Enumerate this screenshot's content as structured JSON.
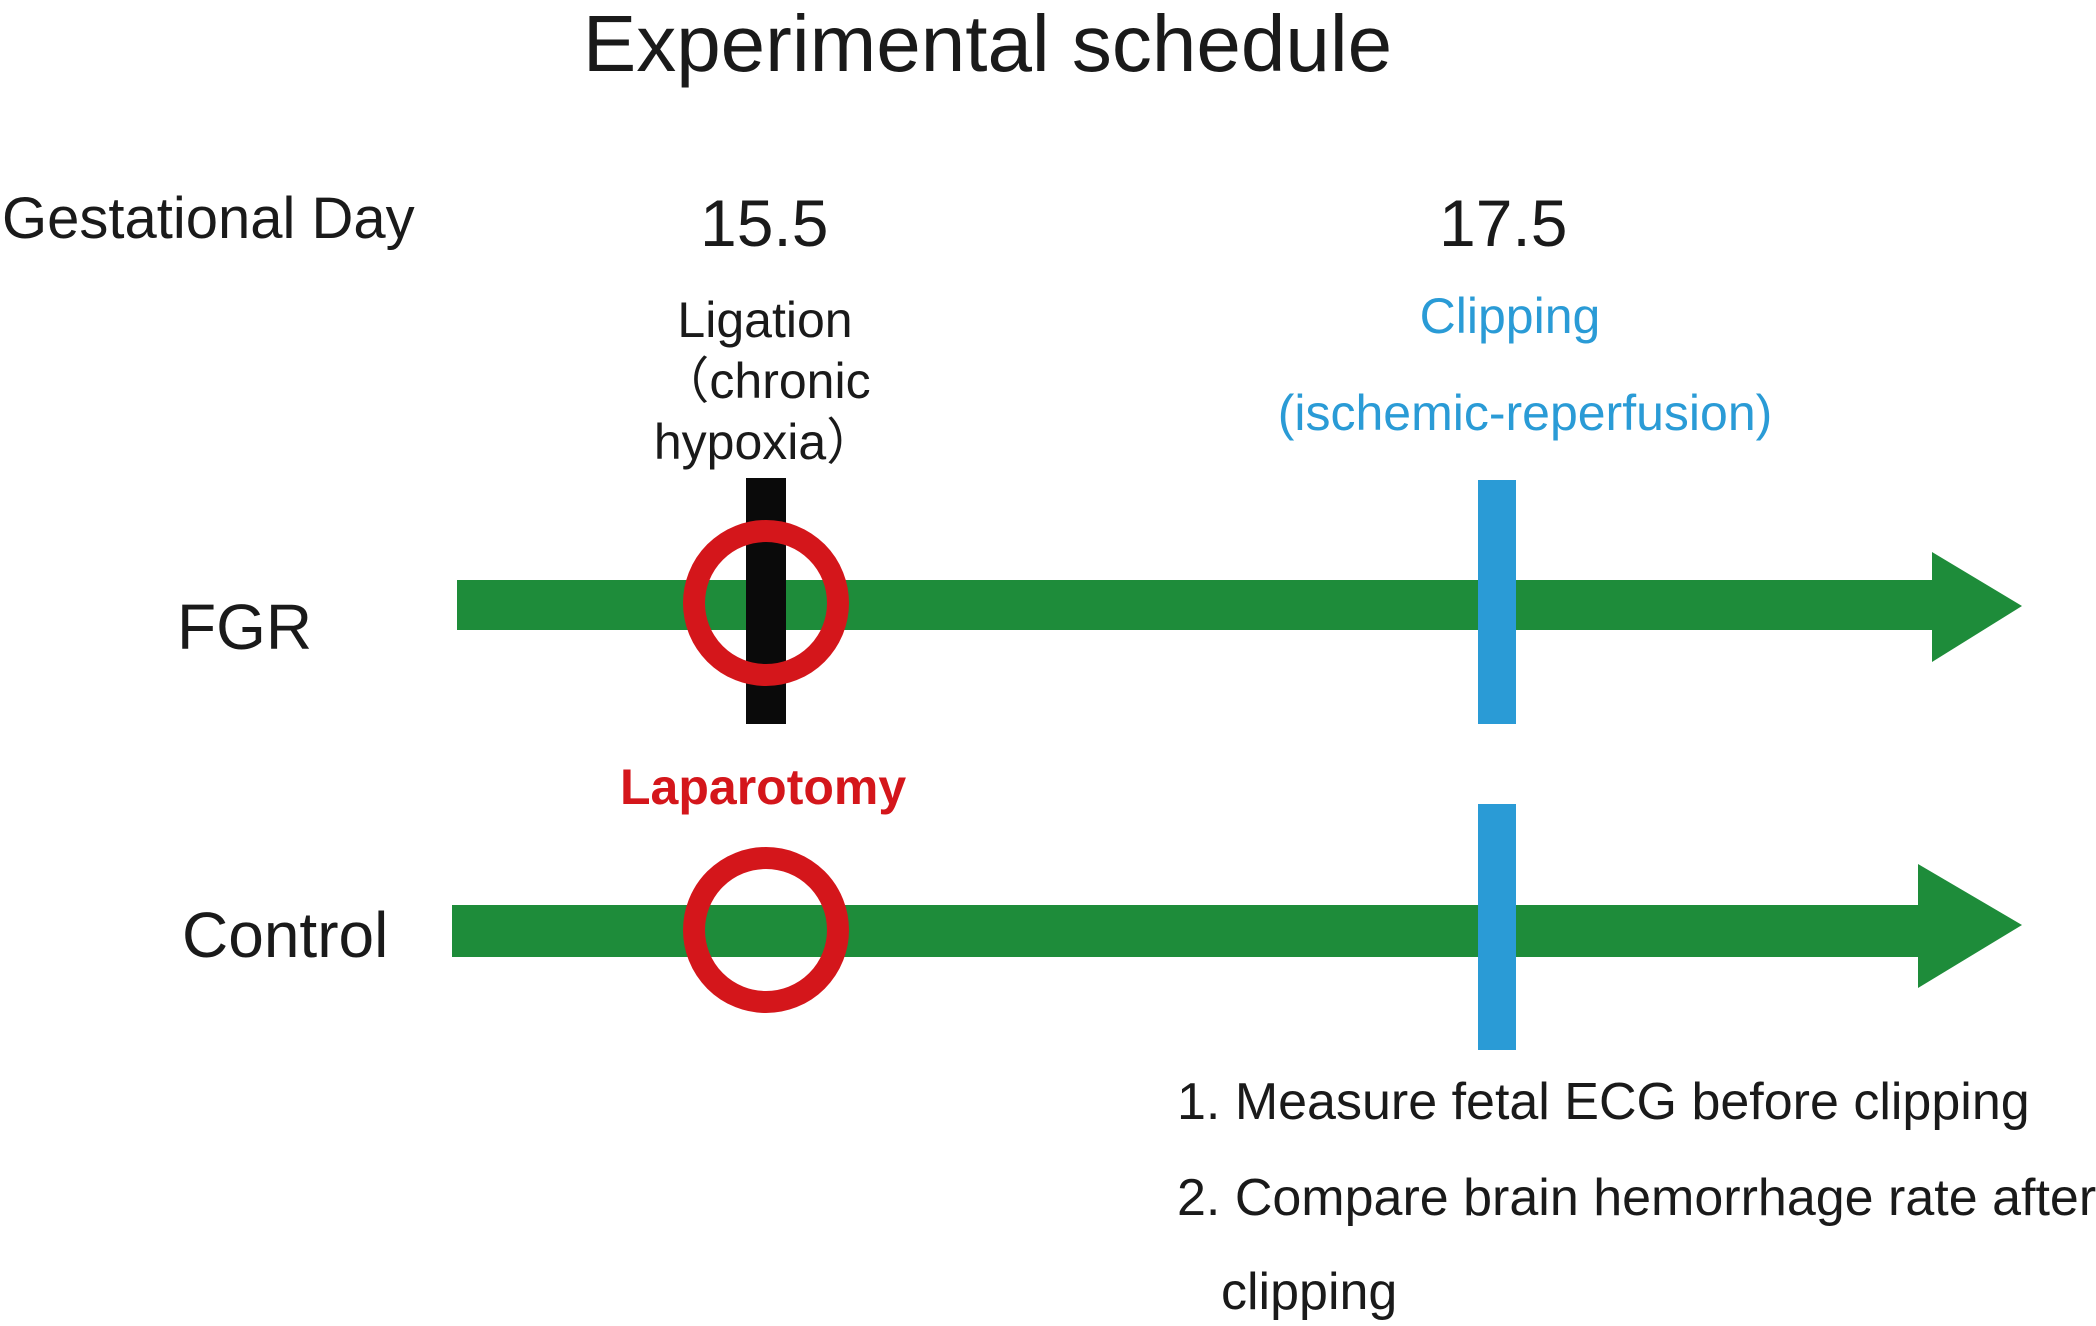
{
  "title": "Experimental schedule",
  "axis": {
    "label": "Gestational Day",
    "days": [
      "15.5",
      "17.5"
    ]
  },
  "events": {
    "ligation": {
      "title": "Ligation",
      "subtitle": "（chronic hypoxia）"
    },
    "clipping": {
      "title": "Clipping",
      "subtitle": "(ischemic-reperfusion)"
    },
    "laparotomy": "Laparotomy"
  },
  "groups": {
    "fgr": "FGR",
    "control": "Control"
  },
  "notes": {
    "item1": "1. Measure fetal ECG before clipping",
    "item2": "2. Compare brain hemorrhage rate after",
    "item2_cont": "clipping"
  },
  "colors": {
    "arrow": "#1e8c3a",
    "ligation_bar": "#0a0a0a",
    "laparotomy": "#d4161b",
    "clipping": "#2a9bd6"
  }
}
